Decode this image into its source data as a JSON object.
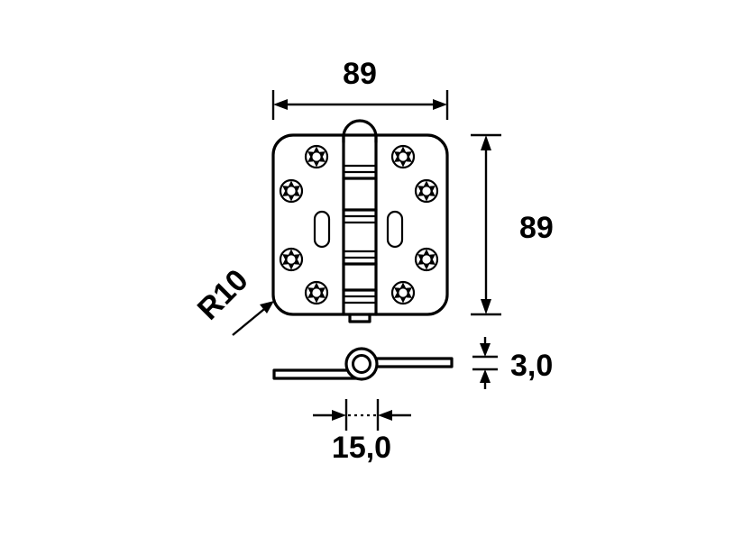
{
  "drawing": {
    "title": "Hinge technical drawing",
    "background_color": "#ffffff",
    "line_color": "#000000",
    "dimensions": {
      "width": {
        "label": "89",
        "name": "width-dimension",
        "unit_implied": "mm",
        "orientation": "horizontal",
        "position": "top"
      },
      "height": {
        "label": "89",
        "name": "height-dimension",
        "unit_implied": "mm",
        "orientation": "vertical",
        "position": "right"
      },
      "thickness": {
        "label": "3,0",
        "name": "thickness-dimension",
        "unit_implied": "mm",
        "orientation": "vertical",
        "position": "right-of-side-view"
      },
      "knuckle_width": {
        "label": "15,0",
        "name": "knuckle-width-dimension",
        "unit_implied": "mm",
        "orientation": "horizontal",
        "position": "below-side-view"
      },
      "corner_radius": {
        "label": "R10",
        "name": "corner-radius-callout",
        "unit_implied": "mm",
        "rotation_deg": -45,
        "position": "bottom-left"
      }
    },
    "views": {
      "front": {
        "name": "front-view",
        "screw_count": 8,
        "screw_type": "star-torx-countersunk",
        "slot_count": 2,
        "slot_shape": "stadium-oval",
        "knuckle_segments": 4,
        "top_cap": "rounded-dome",
        "bottom_tab": "rectangular"
      },
      "side": {
        "name": "side-view",
        "leaf_count": 2,
        "knuckle_shape": "ring-with-pin-hole"
      }
    }
  }
}
